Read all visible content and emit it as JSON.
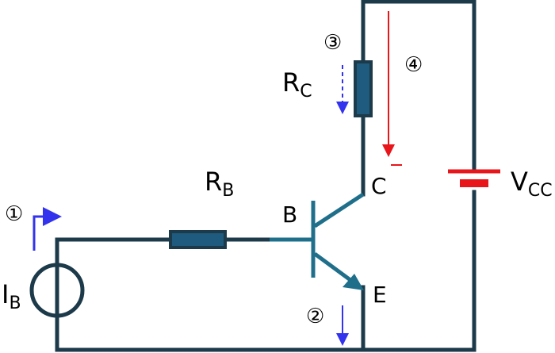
{
  "labels": {
    "rb_main": "R",
    "rb_sub": "B",
    "rc_main": "R",
    "rc_sub": "C",
    "vcc_main": "V",
    "vcc_sub": "CC",
    "ib_main": "I",
    "ib_sub": "B",
    "node_b": "B",
    "node_c": "C",
    "node_e": "E"
  },
  "markers": {
    "m1": "①",
    "m2": "②",
    "m3": "③",
    "m4": "④"
  },
  "colors": {
    "wire": "#1c3a4a",
    "resistor_fill": "#1e5b7e",
    "transistor": "#1f6f8b",
    "battery": "#e8151b",
    "arrow_blue": "#3333ee",
    "arrow_red": "#e8151b"
  }
}
